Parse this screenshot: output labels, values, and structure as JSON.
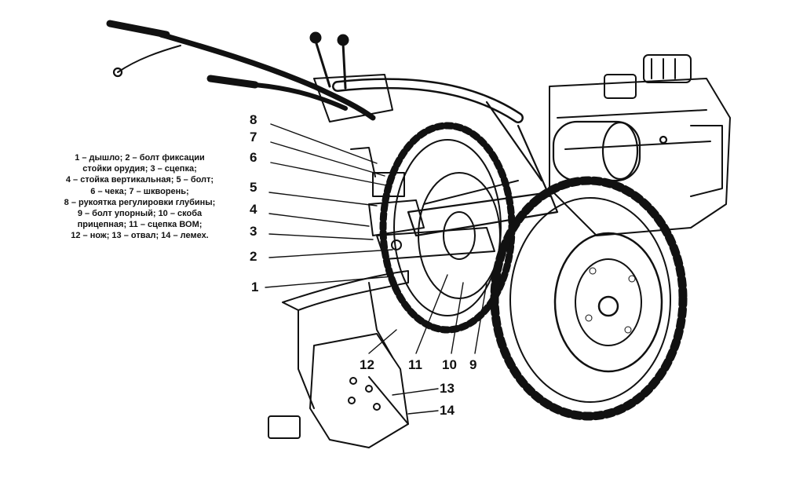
{
  "legend": {
    "lines": [
      "1 – дышло; 2 – болт фиксации",
      "стойки орудия; 3 – сцепка;",
      "4 – стойка вертикальная; 5 – болт;",
      "6 – чека; 7 – шкворень;",
      "8 – рукоятка регулировки глубины;",
      "9 – болт упорный; 10 – скоба",
      "прицепная; 11 – сцепка ВОМ;",
      "12 – нож; 13 – отвал; 14 – лемех."
    ]
  },
  "callouts": [
    {
      "id": "8",
      "label": "8"
    },
    {
      "id": "7",
      "label": "7"
    },
    {
      "id": "6",
      "label": "6"
    },
    {
      "id": "5",
      "label": "5"
    },
    {
      "id": "4",
      "label": "4"
    },
    {
      "id": "3",
      "label": "3"
    },
    {
      "id": "2",
      "label": "2"
    },
    {
      "id": "1",
      "label": "1"
    },
    {
      "id": "12",
      "label": "12"
    },
    {
      "id": "11",
      "label": "11"
    },
    {
      "id": "10",
      "label": "10"
    },
    {
      "id": "9",
      "label": "9"
    },
    {
      "id": "13",
      "label": "13"
    },
    {
      "id": "14",
      "label": "14"
    }
  ],
  "colors": {
    "ink": "#111111",
    "background": "#ffffff"
  }
}
